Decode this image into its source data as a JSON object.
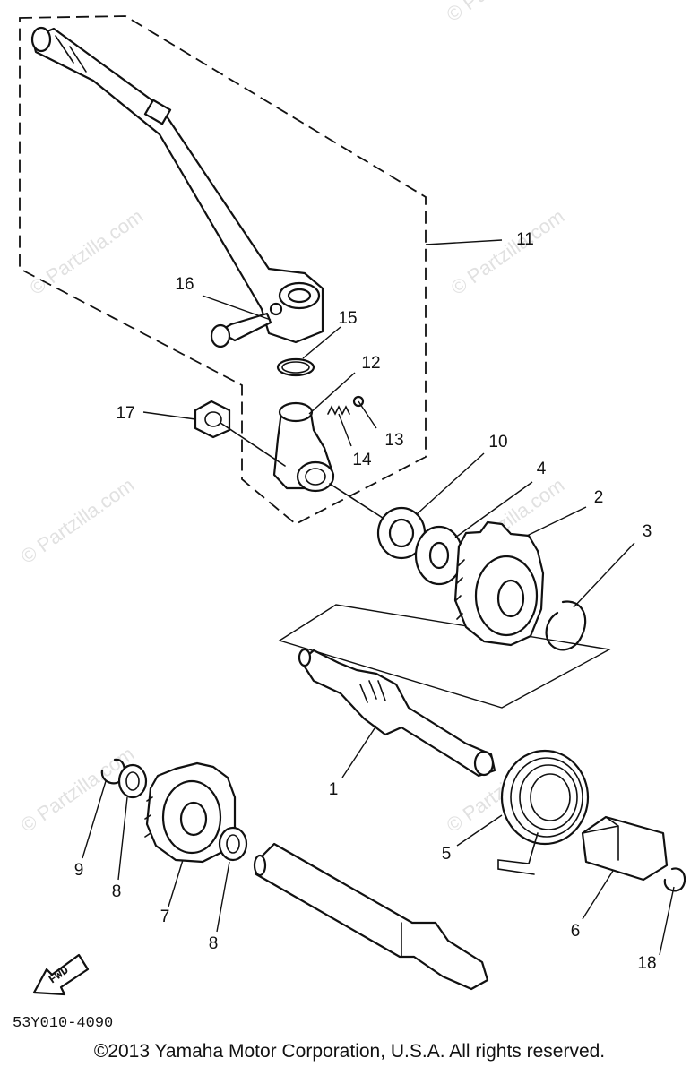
{
  "watermark_text": "© Partzilla.com",
  "callouts": [
    "1",
    "2",
    "3",
    "4",
    "5",
    "6",
    "7",
    "8",
    "8",
    "9",
    "10",
    "11",
    "12",
    "13",
    "14",
    "15",
    "16",
    "17",
    "18"
  ],
  "fwd_label": "FWD",
  "diagram_code": "53Y010-4090",
  "copyright": "©2013 Yamaha Motor Corporation, U.S.A. All rights reserved."
}
